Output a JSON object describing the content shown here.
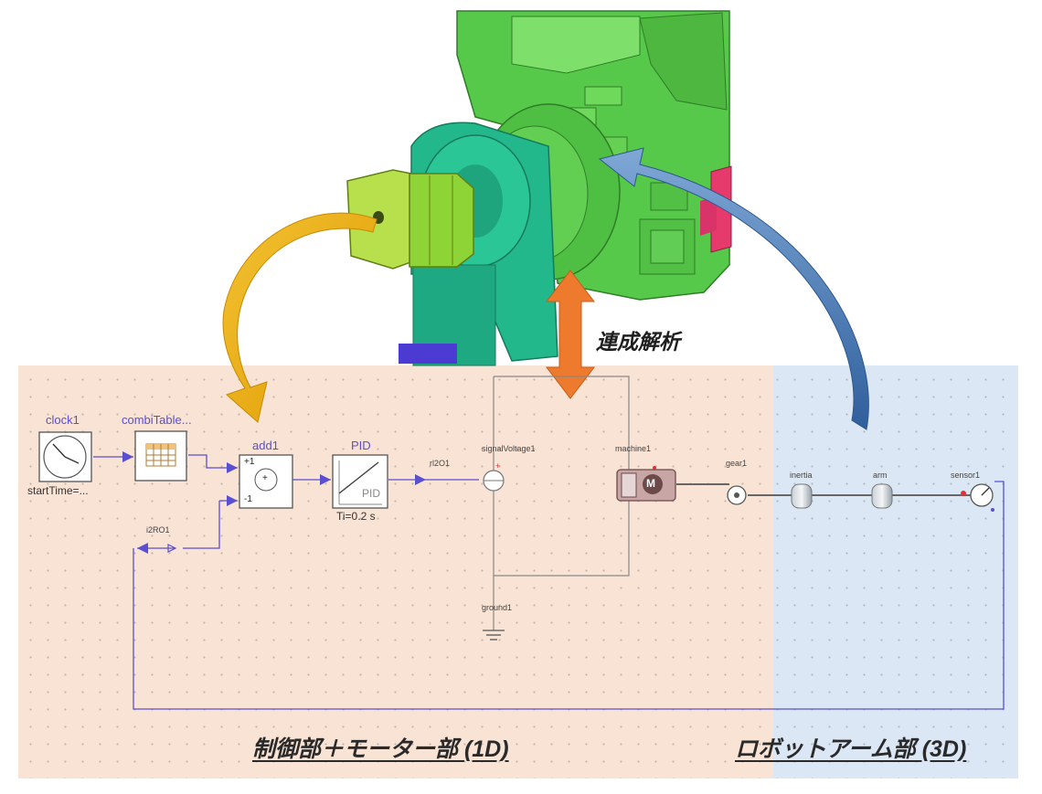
{
  "coupling_label": "連成解析",
  "section_1d_label": "制御部＋モーター部 (1D)",
  "section_3d_label": "ロボットアーム部 (3D)",
  "blocks": {
    "clock": {
      "name": "clock1",
      "param": "startTime=..."
    },
    "table": {
      "name": "combiTable..."
    },
    "add": {
      "name": "add1",
      "plus": "+1",
      "minus": "-1",
      "symbol": "+"
    },
    "pid": {
      "name": "PID",
      "icon_text": "PID",
      "param": "Ti=0.2 s"
    },
    "rl2o": {
      "name": "rl2O1"
    },
    "i2ro": {
      "name": "i2RO1"
    },
    "voltage": {
      "name": "signalVoltage1"
    },
    "machine": {
      "name": "machine1",
      "icon_text": "M"
    },
    "ground": {
      "name": "ground1"
    },
    "gear": {
      "name": "gear1"
    },
    "inertia": {
      "name": "inertia"
    },
    "arm": {
      "name": "arm"
    },
    "sensor": {
      "name": "sensor1"
    }
  },
  "colors": {
    "zone_1d": "#f8e3d4",
    "zone_3d": "#dbe7f4",
    "signal_line": "#5a4fd0",
    "arrow_yellow": "#e9ac10",
    "arrow_blue": "#3f73b0",
    "arrow_orange": "#ee7a2e",
    "robot_green": "#5dd24f"
  }
}
